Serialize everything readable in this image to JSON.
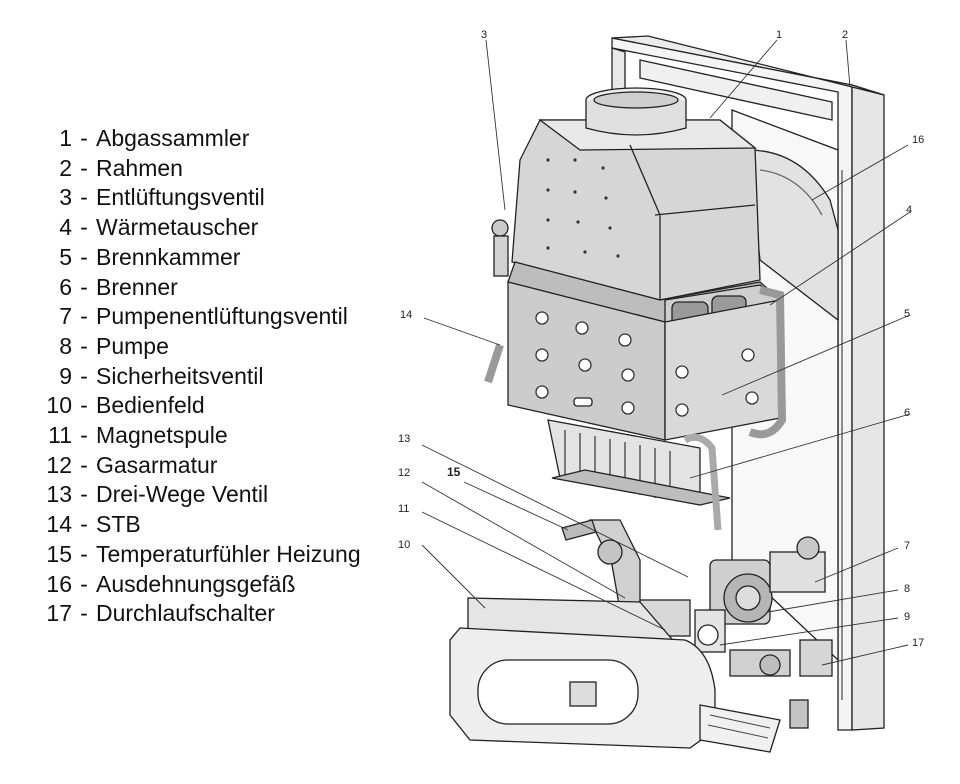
{
  "legend": [
    {
      "number": "1",
      "label": "Abgassammler"
    },
    {
      "number": "2",
      "label": "Rahmen"
    },
    {
      "number": "3",
      "label": "Entlüftungsventil"
    },
    {
      "number": "4",
      "label": "Wärmetauscher"
    },
    {
      "number": "5",
      "label": "Brennkammer"
    },
    {
      "number": "6",
      "label": "Brenner"
    },
    {
      "number": "7",
      "label": "Pumpenentlüftungsventil"
    },
    {
      "number": "8",
      "label": "Pumpe"
    },
    {
      "number": "9",
      "label": "Sicherheitsventil"
    },
    {
      "number": "10",
      "label": "Bedienfeld"
    },
    {
      "number": "11",
      "label": "Magnetspule"
    },
    {
      "number": "12",
      "label": "Gasarmatur"
    },
    {
      "number": "13",
      "label": "Drei-Wege Ventil"
    },
    {
      "number": "14",
      "label": "STB"
    },
    {
      "number": "15",
      "label": "Temperaturfühler Heizung"
    },
    {
      "number": "16",
      "label": "Ausdehnungsgefäß"
    },
    {
      "number": "17",
      "label": "Durchlaufschalter"
    }
  ],
  "separator": "-",
  "callouts": [
    "1",
    "2",
    "3",
    "4",
    "5",
    "6",
    "7",
    "8",
    "9",
    "10",
    "11",
    "12",
    "13",
    "14",
    "15",
    "16",
    "17"
  ]
}
